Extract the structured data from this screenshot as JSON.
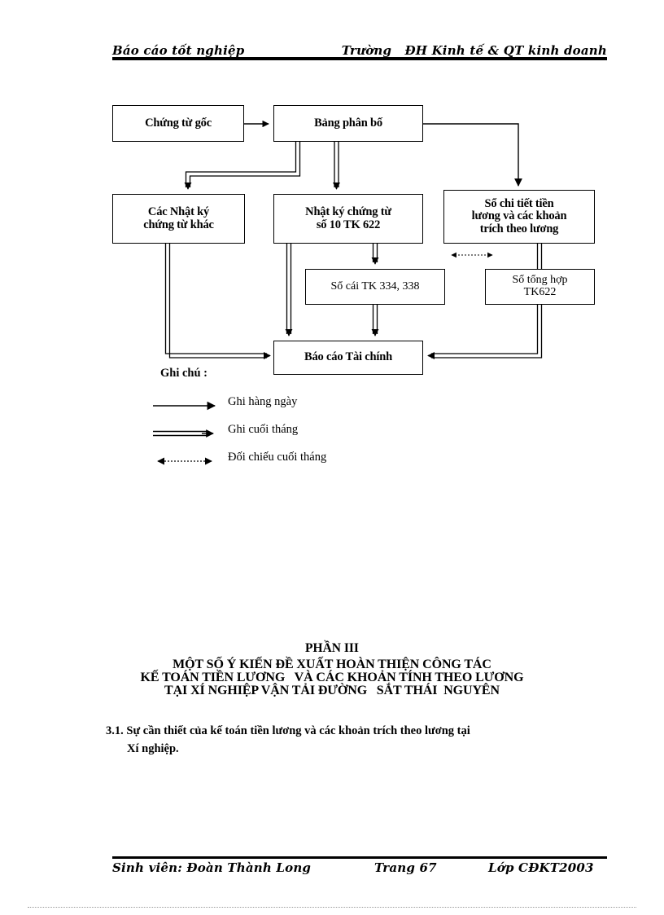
{
  "header": {
    "left": "Báo cáo tốt nghiệp",
    "right": "Trường   ĐH Kinh tế & QT kinh doanh"
  },
  "footer": {
    "student": "Sinh viên: Đoàn Thành Long",
    "page": "Trang 67",
    "class": "Lớp CĐKT2003"
  },
  "diagram": {
    "nodes": {
      "chung_tu_goc": "Chứng từ gốc",
      "bang_phan_bo": "Bảng phân bố",
      "nhat_ky_khac": "Các Nhật ký\nchứng từ khác",
      "nhat_ky_chung_tu": "Nhật ký chứng từ\nsố 10 TK 622",
      "so_chi_tiet": "Sổ chi tiết tiền\nlương   và các khoản\ntrích theo lương",
      "so_cai": "Sổ cái TK 334, 338",
      "so_tong_hop": "Sổ tổng hợp\nTK622",
      "bao_cao_tai_chinh": "Báo cáo Tài chính"
    },
    "note_label": "Ghi chú :",
    "legend": [
      {
        "arrow": "single-arrow-icon",
        "label": "Ghi hàng ngày"
      },
      {
        "arrow": "double-line-arrow-icon",
        "label": "Ghi cuối tháng"
      },
      {
        "arrow": "dotted-double-headed-arrow-icon",
        "label": "Đối chiếu cuối tháng"
      }
    ]
  },
  "part_heading": {
    "title": "PHẦN III",
    "line1": "MỘT SỐ Ý KIẾN ĐỀ XUẤT HOÀN THIỆN CÔNG TÁC",
    "line2": "KẾ TOÁN TIỀN LƯƠNG   VÀ CÁC KHOẢN TÍNH THEO LƯƠNG",
    "line3": "TẠI XÍ NGHIỆP VẬN TẢI ĐƯỜNG   SẮT THÁI  NGUYÊN"
  },
  "section_31": {
    "line1": "3.1. Sự cần thiết của kế toán tiền lương   và các khoản trích theo lương   tại",
    "line2": "Xí nghiệp."
  },
  "colors": {
    "ink": "#000000",
    "paper": "#ffffff",
    "rule": "#000000",
    "bottom_dotted": "#9a9a9a"
  }
}
